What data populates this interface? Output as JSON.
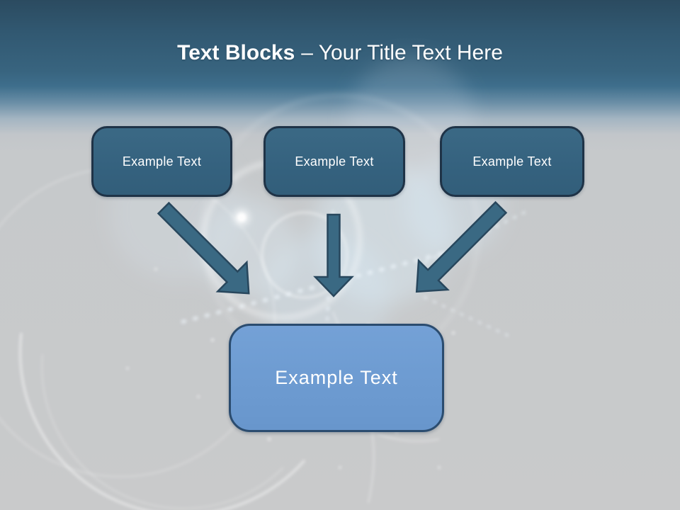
{
  "slide": {
    "title": {
      "bold_text": "Text Blocks",
      "regular_text": "– Your Title Text Here"
    },
    "top_blocks": [
      {
        "label": "Example Text"
      },
      {
        "label": "Example Text"
      },
      {
        "label": "Example Text"
      }
    ],
    "bottom_block": {
      "label": "Example Text"
    },
    "arrows": [
      {
        "name": "left-arrow",
        "direction": "down-right"
      },
      {
        "name": "middle-arrow",
        "direction": "down"
      },
      {
        "name": "right-arrow",
        "direction": "down-left"
      }
    ],
    "colors": {
      "header_top": "#2B4B60",
      "header_mid": "#3E6E8C",
      "body_background": "#C6C9CB",
      "top_block_fill": "#35627F",
      "top_block_border": "#1F3347",
      "bottom_block_fill": "#6D9BD1",
      "bottom_block_border": "#2B4C6F",
      "arrow_fill": "#3A6983",
      "arrow_stroke": "#28475D",
      "title_color": "#FFFFFF"
    }
  }
}
